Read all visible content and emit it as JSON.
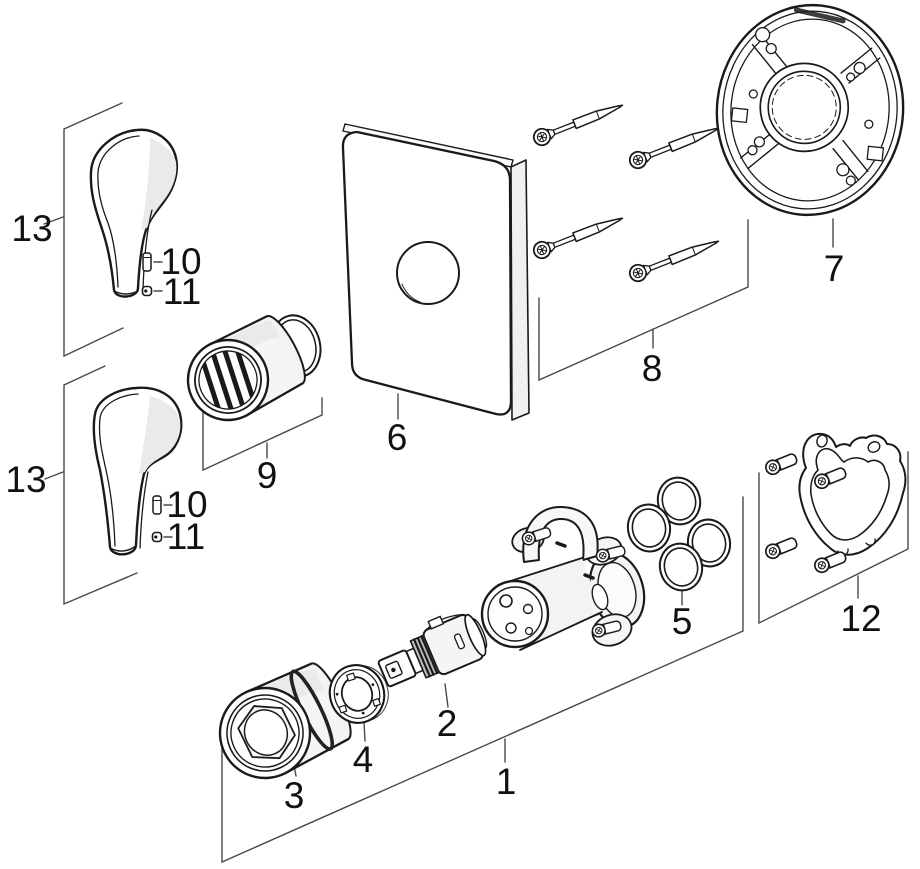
{
  "figure": {
    "type": "exploded-parts-diagram",
    "background": "#ffffff",
    "line_color": "#1a1a1a",
    "bracket_color": "#4a4a4a",
    "shade_color": "#e8eaec"
  },
  "callouts": {
    "main_assembly": "1",
    "cartridge": "2",
    "trim_sleeve": "3",
    "lock_ring": "4",
    "o_ring_set": "5",
    "wall_plate": "6",
    "mounting_flange": "7",
    "screw_set": "8",
    "spline_sleeve": "9",
    "set_screw": "10",
    "plug_screw": "11",
    "bracket_kit": "12",
    "lever_handle": "13"
  }
}
